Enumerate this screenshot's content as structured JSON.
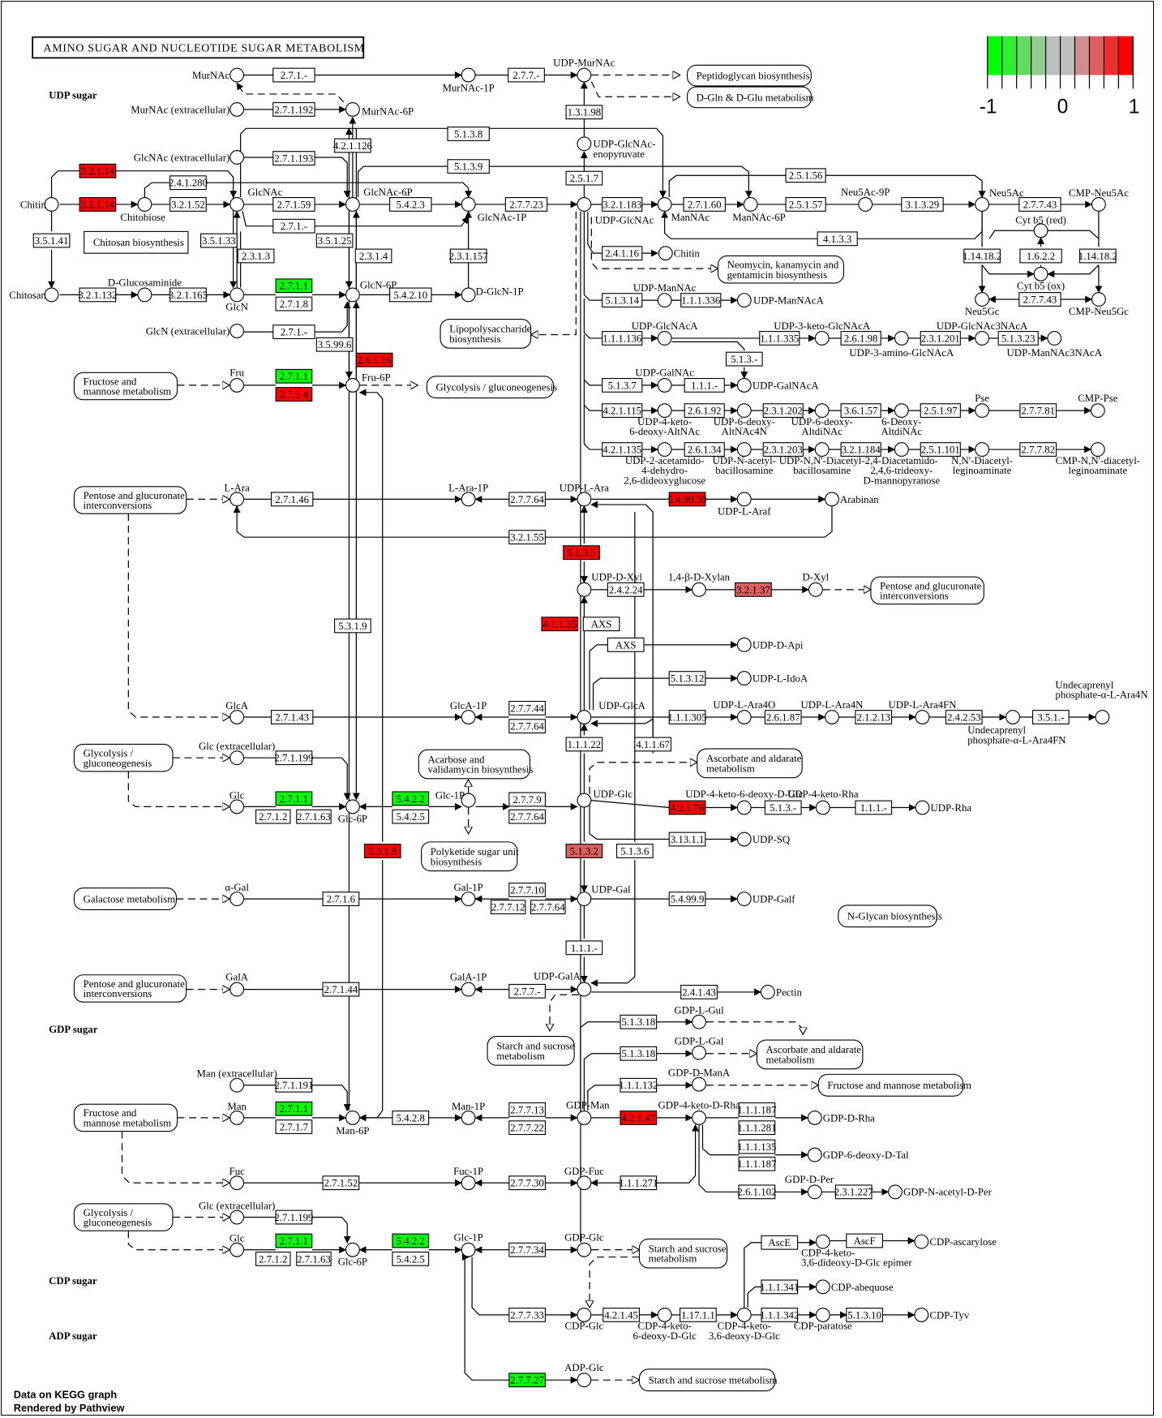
{
  "title": "AMINO SUGAR AND NUCLEOTIDE SUGAR METABOLISM",
  "sections": {
    "udp": "UDP sugar",
    "gdp": "GDP sugar",
    "cdp": "CDP sugar",
    "adp": "ADP sugar"
  },
  "footer": {
    "line1": "Data on KEGG graph",
    "line2": "Rendered by Pathview"
  },
  "legend": {
    "min_label": "-1",
    "mid_label": "0",
    "max_label": "1",
    "colors": [
      "#00FF00",
      "#30EE30",
      "#60DD60",
      "#90CC90",
      "#BEBEBE",
      "#BEBEBE",
      "#CE8E8E",
      "#DE5F5F",
      "#EE2F2F",
      "#FF0000"
    ]
  },
  "colors": {
    "up": "#FF0000",
    "up_mid": "#DE5F5F",
    "down": "#00FF00",
    "none": "#FFFFFF"
  },
  "compounds": {
    "MurNAc": "MurNAc",
    "MurNAc1P": "MurNAc-1P",
    "UDPMurNAc": "UDP-MurNAc",
    "MurNAcExt": "MurNAc (extracellular)",
    "MurNAc6P": "MurNAc-6P",
    "UDPGlcNAcEno": "UDP-GlcNAc-\nenopyruvate",
    "GlcNAcExt": "GlcNAc (extracellular)",
    "Chitin": "Chitin",
    "Chitobiose": "Chitobiose",
    "GlcNAc": "GlcNAc",
    "GlcNAc6P": "GlcNAc-6P",
    "GlcNAc1P": "GlcNAc-1P",
    "UDPGlcNAc": "UDP-GlcNAc",
    "ManNAc": "ManNAc",
    "ManNAc6P": "ManNAc-6P",
    "Neu5Ac9P": "Neu5Ac-9P",
    "Neu5Ac": "Neu5Ac",
    "CMPNeu5Ac": "CMP-Neu5Ac",
    "Cytb5red": "Cyt b5 (red)",
    "Cytb5ox": "Cyt b5 (ox)",
    "Neu5Gc": "Neu5Gc",
    "CMPNeu5Gc": "CMP-Neu5Gc",
    "Chitin2": "Chitin",
    "Chitosan": "Chitosan",
    "DGlucosaminide": "D-Glucosaminide",
    "GlcN": "GlcN",
    "GlcN6P": "GlcN-6P",
    "DGlcN1P": "D-GlcN-1P",
    "GlcNExt": "GlcN (extracellular)",
    "UDPManNAc": "UDP-ManNAc",
    "UDPManNAcA": "UDP-ManNAcA",
    "UDPGlcNAcA": "UDP-GlcNAcA",
    "UDP3ketoGlcNAcA": "UDP-3-keto-GlcNAcA",
    "UDP3aminoGlcNAcA": "UDP-3-amino-GlcNAcA",
    "UDPGlcNAc3NAcA": "UDP-GlcNAc3NAcA",
    "UDPManNAc3NAcA": "UDP-ManNAc3NAcA",
    "UDPGalNAc": "UDP-GalNAc",
    "UDPGalNAcA": "UDP-GalNAcA",
    "Fru": "Fru",
    "Fru6P": "Fru-6P",
    "UDP4keto": "UDP-4-keto-\n6-deoxy-AltNAc",
    "UDP6deoxyAltNAc4N": "UDP-6-deoxy-\nAltNAc4N",
    "UDP6deoxyAltdiNAc": "UDP-6-deoxy-\nAltdiNAc",
    "Deoxy6AltdiNAc": "6-Deoxy-\nAltdiNAc",
    "Pse": "Pse",
    "CMPPse": "CMP-Pse",
    "UDP2acet": "UDP-2-acetamido-\n4-dehydro-\n2,6-dideoxyglucose",
    "UDPNacetylbac": "UDP-N-acetyl-\nbacillosamine",
    "UDPNNdiacetylbac": "UDP-N,N'-Diacetyl-\nbacillosamine",
    "Diacetamido": "2,4-Diacetamido-\n2,4,6-trideoxy-\nD-mannopyranose",
    "NNdiacLeg": "N,N'-Diacetyl-\nleginoaminate",
    "CMPNNLeg": "CMP-N,N'-diacetyl-\nleginoaminate",
    "LAra": "L-Ara",
    "LAra1P": "L-Ara-1P",
    "UDPLAra": "UDP-L-Ara",
    "UDPLAraf": "UDP-L-Araf",
    "Arabinan": "Arabinan",
    "UDPDXyl": "UDP-D-Xyl",
    "Xylan": "1,4-β-D-Xylan",
    "DXyl": "D-Xyl",
    "UDPDApi": "UDP-D-Api",
    "UDPLIdoA": "UDP-L-IdoA",
    "GlcA": "GlcA",
    "GlcA1P": "GlcA-1P",
    "UDPGlcA": "UDP-GlcA",
    "UDPLAra4O": "UDP-L-Ara4O",
    "UDPLAra4N": "UDP-L-Ara4N",
    "UDPLAra4FN": "UDP-L-Ara4FN",
    "UndAra4FN": "Undecaprenyl\nphosphate-α-L-Ara4FN",
    "UndAra4N": "Undecaprenyl\nphosphate-α-L-Ara4N",
    "GlcExt": "Glc (extracellular)",
    "Glc": "Glc",
    "Glc6P": "Glc-6P",
    "Glc1P": "Glc-1P",
    "UDPGlc": "UDP-Glc",
    "UDP4k6dGlc": "UDP-4-keto-6-deoxy-D-Glc",
    "UDP4ketoRha": "UDP-4-keto-Rha",
    "UDPRha": "UDP-Rha",
    "UDPSQ": "UDP-SQ",
    "aGal": "α-Gal",
    "Gal1P": "Gal-1P",
    "UDPGal": "UDP-Gal",
    "UDPGalf": "UDP-Galf",
    "GalA": "GalA",
    "GalA1P": "GalA-1P",
    "UDPGalA": "UDP-GalA",
    "Pectin": "Pectin",
    "GDPLGul": "GDP-L-Gul",
    "GDPLGal": "GDP-L-Gal",
    "GDPDManA": "GDP-D-ManA",
    "ManExt": "Man (extracellular)",
    "Man": "Man",
    "Man6P": "Man-6P",
    "Man1P": "Man-1P",
    "GDPMan": "GDP-Man",
    "GDP4ketoDRha": "GDP-4-keto-D-Rha",
    "GDPDRha": "GDP-D-Rha",
    "GDP6deoxyDTal": "GDP-6-deoxy-D-Tal",
    "Fuc": "Fuc",
    "Fuc1P": "Fuc-1P",
    "GDPFuc": "GDP-Fuc",
    "GDPDPer": "GDP-D-Per",
    "GDPNacetylDPer": "GDP-N-acetyl-D-Per",
    "GlcExt2": "Glc (extracellular)",
    "Glc2": "Glc",
    "Glc6P2": "Glc-6P",
    "Glc1P2": "Glc-1P",
    "GDPGlc": "GDP-Glc",
    "CDPGlc": "CDP-Glc",
    "CDP4k6d": "CDP-4-keto-\n6-deoxy-D-Glc",
    "CDP4k36d": "CDP-4-keto-\n3,6-deoxy-D-Glc",
    "CDPepimer": "CDP-4-keto-\n3,6-dideoxy-D-Glc epimer",
    "CDPascarylose": "CDP-ascarylose",
    "CDPabequose": "CDP-abequose",
    "CDPparatose": "CDP-paratose",
    "CDPTyv": "CDP-Tyv",
    "ADPGlc": "ADP-Glc"
  },
  "maps": {
    "peptidoglycan": "Peptidoglycan biosynthesis",
    "dgln": "D-Gln & D-Glu metabolism",
    "chitosan": "Chitosan biosynthesis",
    "neomycin": "Neomycin, kanamycin and\ngentamicin biosynthesis",
    "lps": "Lipopolysaccharide\nbiosynthesis",
    "fructose1": "Fructose and\nmannose metabolism",
    "glycolysis1": "Glycolysis / gluconeogenesis",
    "pentose1": "Pentose and glucuronate\ninterconversions",
    "pentose2": "Pentose and glucuronate\ninterconversions",
    "glycolysis2": "Glycolysis /\ngluconeogenesis",
    "acarbose": "Acarbose and\nvalidamycin biosynthesis",
    "ascorbate1": "Ascorbate and aldarate\nmetabolism",
    "polyketide": "Polyketide sugar unit\nbiosynthesis",
    "galactose": "Galactose metabolism",
    "nglycan": "N-Glycan biosynthesis",
    "pentose3": "Pentose and glucuronate\ninterconversions",
    "starch1": "Starch and sucrose\nmetabolism",
    "ascorbate2": "Ascorbate and aldarate\nmetabolism",
    "fructose2": "Fructose and mannose metabolism",
    "fructose3": "Fructose and\nmannose metabolism",
    "glycolysis3": "Glycolysis /\ngluconeogenesis",
    "starch2": "Starch and sucrose\nmetabolism",
    "starch3": "Starch and sucrose metabolism"
  },
  "enzymes": {
    "e_2_7_1_a": {
      "label": "2.7.1.-",
      "color": "none"
    },
    "e_2_7_7_a": {
      "label": "2.7.7.-",
      "color": "none"
    },
    "e_1_3_1_98": {
      "label": "1.3.1.98",
      "color": "none"
    },
    "e_2_7_1_192": {
      "label": "2.7.1.192",
      "color": "none"
    },
    "e_4_2_1_126": {
      "label": "4.2.1.126",
      "color": "none"
    },
    "e_5_1_3_8": {
      "label": "5.1.3.8",
      "color": "none"
    },
    "e_2_7_1_193": {
      "label": "2.7.1.193",
      "color": "none"
    },
    "e_5_1_3_9": {
      "label": "5.1.3.9",
      "color": "none"
    },
    "e_2_5_1_7": {
      "label": "2.5.1.7",
      "color": "none"
    },
    "e_3_2_1_14a": {
      "label": "3.2.1.14",
      "color": "up"
    },
    "e_2_4_1_280": {
      "label": "2.4.1.280",
      "color": "none"
    },
    "e_3_2_1_14b": {
      "label": "3.2.1.14",
      "color": "up"
    },
    "e_3_2_1_52": {
      "label": "3.2.1.52",
      "color": "none"
    },
    "e_2_7_1_59": {
      "label": "2.7.1.59",
      "color": "none"
    },
    "e_5_4_2_3": {
      "label": "5.4.2.3",
      "color": "none"
    },
    "e_2_7_7_23": {
      "label": "2.7.7.23",
      "color": "none"
    },
    "e_3_2_1_183": {
      "label": "3.2.1.183",
      "color": "none"
    },
    "e_2_7_1_60": {
      "label": "2.7.1.60",
      "color": "none"
    },
    "e_2_5_1_56": {
      "label": "2.5.1.56",
      "color": "none"
    },
    "e_2_5_1_57": {
      "label": "2.5.1.57",
      "color": "none"
    },
    "e_3_1_3_29": {
      "label": "3.1.3.29",
      "color": "none"
    },
    "e_2_7_7_43a": {
      "label": "2.7.7.43",
      "color": "none"
    },
    "e_2_7_1_b": {
      "label": "2.7.1.-",
      "color": "none"
    },
    "e_4_1_3_3": {
      "label": "4.1.3.3",
      "color": "none"
    },
    "e_1_14_18_2a": {
      "label": "1.14.18.2",
      "color": "none"
    },
    "e_1_6_2_2": {
      "label": "1.6.2.2",
      "color": "none"
    },
    "e_1_14_18_2b": {
      "label": "1.14.18.2",
      "color": "none"
    },
    "e_2_7_7_43b": {
      "label": "2.7.7.43",
      "color": "none"
    },
    "e_3_5_1_41": {
      "label": "3.5.1.41",
      "color": "none"
    },
    "e_3_5_1_33": {
      "label": "3.5.1.33",
      "color": "none"
    },
    "e_3_5_1_25": {
      "label": "3.5.1.25",
      "color": "none"
    },
    "e_2_3_1_3": {
      "label": "2.3.1.3",
      "color": "none"
    },
    "e_2_3_1_4": {
      "label": "2.3.1.4",
      "color": "none"
    },
    "e_2_3_1_157": {
      "label": "2.3.1.157",
      "color": "none"
    },
    "e_2_4_1_16": {
      "label": "2.4.1.16",
      "color": "none"
    },
    "e_3_2_1_132": {
      "label": "3.2.1.132",
      "color": "none"
    },
    "e_3_2_1_165": {
      "label": "3.2.1.165",
      "color": "none"
    },
    "e_2_7_1_1a": {
      "label": "2.7.1.1",
      "color": "down"
    },
    "e_2_7_1_8": {
      "label": "2.7.1.8",
      "color": "none"
    },
    "e_5_4_2_10": {
      "label": "5.4.2.10",
      "color": "none"
    },
    "e_2_7_1_c": {
      "label": "2.7.1.-",
      "color": "none"
    },
    "e_3_5_99_6": {
      "label": "3.5.99.6",
      "color": "none"
    },
    "e_2_6_1_16": {
      "label": "2.6.1.16",
      "color": "up"
    },
    "e_5_1_3_14": {
      "label": "5.1.3.14",
      "color": "none"
    },
    "e_1_1_1_336": {
      "label": "1.1.1.336",
      "color": "none"
    },
    "e_1_1_1_136": {
      "label": "1.1.1.136",
      "color": "none"
    },
    "e_1_1_1_335": {
      "label": "1.1.1.335",
      "color": "none"
    },
    "e_2_6_1_98": {
      "label": "2.6.1.98",
      "color": "none"
    },
    "e_2_3_1_201": {
      "label": "2.3.1.201",
      "color": "none"
    },
    "e_5_1_3_23": {
      "label": "5.1.3.23",
      "color": "none"
    },
    "e_5_1_3_b": {
      "label": "5.1.3.-",
      "color": "none"
    },
    "e_5_1_3_7": {
      "label": "5.1.3.7",
      "color": "none"
    },
    "e_1_1_1_a": {
      "label": "1.1.1.-",
      "color": "none"
    },
    "e_2_7_1_1b": {
      "label": "2.7.1.1",
      "color": "down"
    },
    "e_2_7_1_4": {
      "label": "2.7.1.4",
      "color": "up"
    },
    "e_4_2_1_115": {
      "label": "4.2.1.115",
      "color": "none"
    },
    "e_2_6_1_92": {
      "label": "2.6.1.92",
      "color": "none"
    },
    "e_2_3_1_202": {
      "label": "2.3.1.202",
      "color": "none"
    },
    "e_3_6_1_57": {
      "label": "3.6.1.57",
      "color": "none"
    },
    "e_2_5_1_97": {
      "label": "2.5.1.97",
      "color": "none"
    },
    "e_2_7_7_81": {
      "label": "2.7.7.81",
      "color": "none"
    },
    "e_4_2_1_135": {
      "label": "4.2.1.135",
      "color": "none"
    },
    "e_2_6_1_34": {
      "label": "2.6.1.34",
      "color": "none"
    },
    "e_2_3_1_203": {
      "label": "2.3.1.203",
      "color": "none"
    },
    "e_3_2_1_184": {
      "label": "3.2.1.184",
      "color": "none"
    },
    "e_2_5_1_101": {
      "label": "2.5.1.101",
      "color": "none"
    },
    "e_2_7_7_82": {
      "label": "2.7.7.82",
      "color": "none"
    },
    "e_2_7_1_46": {
      "label": "2.7.1.46",
      "color": "none"
    },
    "e_2_7_7_64a": {
      "label": "2.7.7.64",
      "color": "none"
    },
    "e_5_4_99_30": {
      "label": "5.4.99.30",
      "color": "up"
    },
    "e_3_2_1_55": {
      "label": "3.2.1.55",
      "color": "none"
    },
    "e_5_1_3_5": {
      "label": "5.1.3.5",
      "color": "up"
    },
    "e_2_4_2_24": {
      "label": "2.4.2.24",
      "color": "none"
    },
    "e_3_2_1_37": {
      "label": "3.2.1.37",
      "color": "up_mid"
    },
    "e_4_1_1_35": {
      "label": "4.1.1.35",
      "color": "up"
    },
    "e_AXS1": {
      "label": "AXS",
      "color": "none"
    },
    "e_AXS2": {
      "label": "AXS",
      "color": "none"
    },
    "e_5_3_1_9": {
      "label": "5.3.1.9",
      "color": "none"
    },
    "e_5_1_3_12": {
      "label": "5.1.3.12",
      "color": "none"
    },
    "e_2_7_1_43": {
      "label": "2.7.1.43",
      "color": "none"
    },
    "e_2_7_7_44": {
      "label": "2.7.7.44",
      "color": "none"
    },
    "e_2_7_7_64b": {
      "label": "2.7.7.64",
      "color": "none"
    },
    "e_1_1_1_305": {
      "label": "1.1.1.305",
      "color": "none"
    },
    "e_2_6_1_87": {
      "label": "2.6.1.87",
      "color": "none"
    },
    "e_2_1_2_13": {
      "label": "2.1.2.13",
      "color": "none"
    },
    "e_2_4_2_53": {
      "label": "2.4.2.53",
      "color": "none"
    },
    "e_3_5_1_b": {
      "label": "3.5.1.-",
      "color": "none"
    },
    "e_1_1_1_22": {
      "label": "1.1.1.22",
      "color": "none"
    },
    "e_4_1_1_67": {
      "label": "4.1.1.67",
      "color": "none"
    },
    "e_2_7_1_199a": {
      "label": "2.7.1.199",
      "color": "none"
    },
    "e_2_7_1_1c": {
      "label": "2.7.1.1",
      "color": "down"
    },
    "e_2_7_1_2a": {
      "label": "2.7.1.2",
      "color": "none"
    },
    "e_2_7_1_63a": {
      "label": "2.7.1.63",
      "color": "none"
    },
    "e_5_4_2_2a": {
      "label": "5.4.2.2",
      "color": "down"
    },
    "e_5_4_2_5a": {
      "label": "5.4.2.5",
      "color": "none"
    },
    "e_2_7_7_9": {
      "label": "2.7.7.9",
      "color": "none"
    },
    "e_2_7_7_64c": {
      "label": "2.7.7.64",
      "color": "none"
    },
    "e_4_2_1_76": {
      "label": "4.2.1.76",
      "color": "up"
    },
    "e_5_1_3_c": {
      "label": "5.1.3.-",
      "color": "none"
    },
    "e_1_1_1_b": {
      "label": "1.1.1.-",
      "color": "none"
    },
    "e_3_13_1_1": {
      "label": "3.13.1.1",
      "color": "none"
    },
    "e_5_3_1_8": {
      "label": "5.3.1.8",
      "color": "up"
    },
    "e_5_1_3_2": {
      "label": "5.1.3.2",
      "color": "up_mid"
    },
    "e_5_1_3_6": {
      "label": "5.1.3.6",
      "color": "none"
    },
    "e_2_7_1_6": {
      "label": "2.7.1.6",
      "color": "none"
    },
    "e_2_7_7_10": {
      "label": "2.7.7.10",
      "color": "none"
    },
    "e_2_7_7_12": {
      "label": "2.7.7.12",
      "color": "none"
    },
    "e_2_7_7_64d": {
      "label": "2.7.7.64",
      "color": "none"
    },
    "e_5_4_99_9": {
      "label": "5.4.99.9",
      "color": "none"
    },
    "e_1_1_1_c": {
      "label": "1.1.1.-",
      "color": "none"
    },
    "e_2_7_1_44": {
      "label": "2.7.1.44",
      "color": "none"
    },
    "e_2_7_7_b": {
      "label": "2.7.7.-",
      "color": "none"
    },
    "e_2_4_1_43": {
      "label": "2.4.1.43",
      "color": "none"
    },
    "e_5_1_3_18a": {
      "label": "5.1.3.18",
      "color": "none"
    },
    "e_5_1_3_18b": {
      "label": "5.1.3.18",
      "color": "none"
    },
    "e_1_1_1_132": {
      "label": "1.1.1.132",
      "color": "none"
    },
    "e_2_7_1_191": {
      "label": "2.7.1.191",
      "color": "none"
    },
    "e_2_7_1_1d": {
      "label": "2.7.1.1",
      "color": "down"
    },
    "e_2_7_1_7": {
      "label": "2.7.1.7",
      "color": "none"
    },
    "e_5_4_2_8": {
      "label": "5.4.2.8",
      "color": "none"
    },
    "e_2_7_7_13": {
      "label": "2.7.7.13",
      "color": "none"
    },
    "e_2_7_7_22": {
      "label": "2.7.7.22",
      "color": "none"
    },
    "e_4_2_1_47": {
      "label": "4.2.1.47",
      "color": "up"
    },
    "e_1_1_1_187a": {
      "label": "1.1.1.187",
      "color": "none"
    },
    "e_1_1_1_281": {
      "label": "1.1.1.281",
      "color": "none"
    },
    "e_1_1_1_135": {
      "label": "1.1.1.135",
      "color": "none"
    },
    "e_1_1_1_187b": {
      "label": "1.1.1.187",
      "color": "none"
    },
    "e_2_7_1_52": {
      "label": "2.7.1.52",
      "color": "none"
    },
    "e_2_7_7_30": {
      "label": "2.7.7.30",
      "color": "none"
    },
    "e_1_1_1_271": {
      "label": "1.1.1.271",
      "color": "none"
    },
    "e_2_6_1_102": {
      "label": "2.6.1.102",
      "color": "none"
    },
    "e_2_3_1_227": {
      "label": "2.3.1.227",
      "color": "none"
    },
    "e_2_7_1_199b": {
      "label": "2.7.1.199",
      "color": "none"
    },
    "e_2_7_1_1e": {
      "label": "2.7.1.1",
      "color": "down"
    },
    "e_2_7_1_2b": {
      "label": "2.7.1.2",
      "color": "none"
    },
    "e_2_7_1_63b": {
      "label": "2.7.1.63",
      "color": "none"
    },
    "e_5_4_2_2b": {
      "label": "5.4.2.2",
      "color": "down"
    },
    "e_5_4_2_5b": {
      "label": "5.4.2.5",
      "color": "none"
    },
    "e_2_7_7_34": {
      "label": "2.7.7.34",
      "color": "none"
    },
    "e_2_7_7_33": {
      "label": "2.7.7.33",
      "color": "none"
    },
    "e_4_2_1_45": {
      "label": "4.2.1.45",
      "color": "none"
    },
    "e_1_17_1_1": {
      "label": "1.17.1.1",
      "color": "none"
    },
    "e_AscE": {
      "label": "AscE",
      "color": "none"
    },
    "e_AscF": {
      "label": "AscF",
      "color": "none"
    },
    "e_1_1_1_341": {
      "label": "1.1.1.341",
      "color": "none"
    },
    "e_1_1_1_342": {
      "label": "1.1.1.342",
      "color": "none"
    },
    "e_5_1_3_10": {
      "label": "5.1.3.10",
      "color": "none"
    },
    "e_2_7_7_27": {
      "label": "2.7.7.27",
      "color": "down"
    }
  }
}
